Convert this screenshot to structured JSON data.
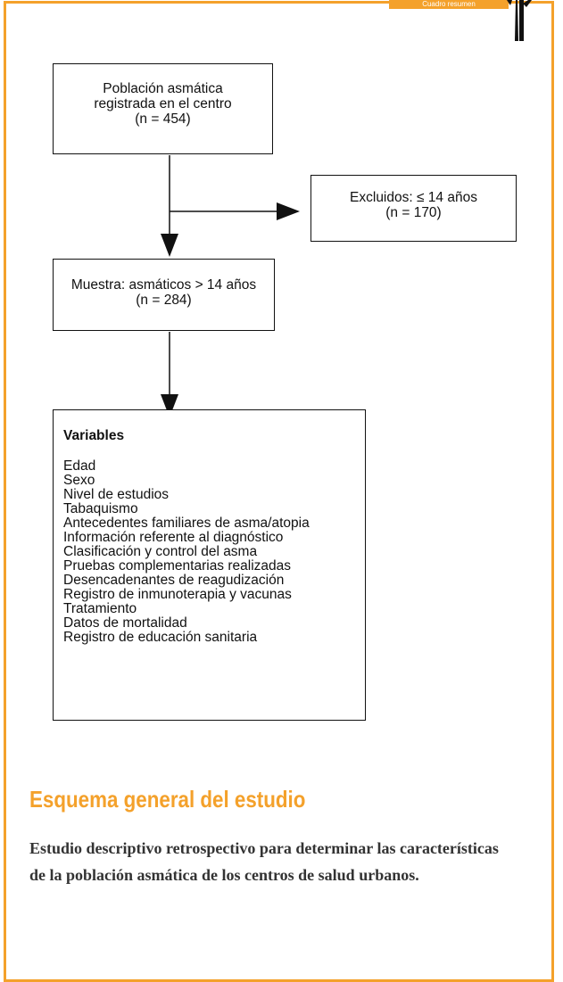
{
  "header_tab": {
    "label": "Cuadro resumen"
  },
  "colors": {
    "accent": "#f4a12b",
    "box_border": "#111111"
  },
  "population_box": {
    "line1": "Población asmática",
    "line2": "registrada en el centro",
    "line3": "(n = 454)"
  },
  "excluded_box": {
    "line1": "Excluidos: ≤ 14 años",
    "line2": "(n = 170)"
  },
  "sample_box": {
    "line1": "Muestra: asmáticos > 14 años",
    "line2": "(n = 284)"
  },
  "variables_box": {
    "title": "Variables",
    "items": [
      "Edad",
      "Sexo",
      "Nivel de estudios",
      "Tabaquismo",
      "Antecedentes familiares de asma/atopia",
      "Información referente al diagnóstico",
      "Clasificación y control del asma",
      "Pruebas complementarias realizadas",
      "Desencadenantes de reagudización",
      "Registro de inmunoterapia y vacunas",
      "Tratamiento",
      "Datos de mortalidad",
      "Registro de educación sanitaria"
    ]
  },
  "section": {
    "title": "Esquema general del estudio",
    "description": "Estudio descriptivo retrospectivo para determinar las características de la población asmática de los centros de salud urbanos."
  }
}
